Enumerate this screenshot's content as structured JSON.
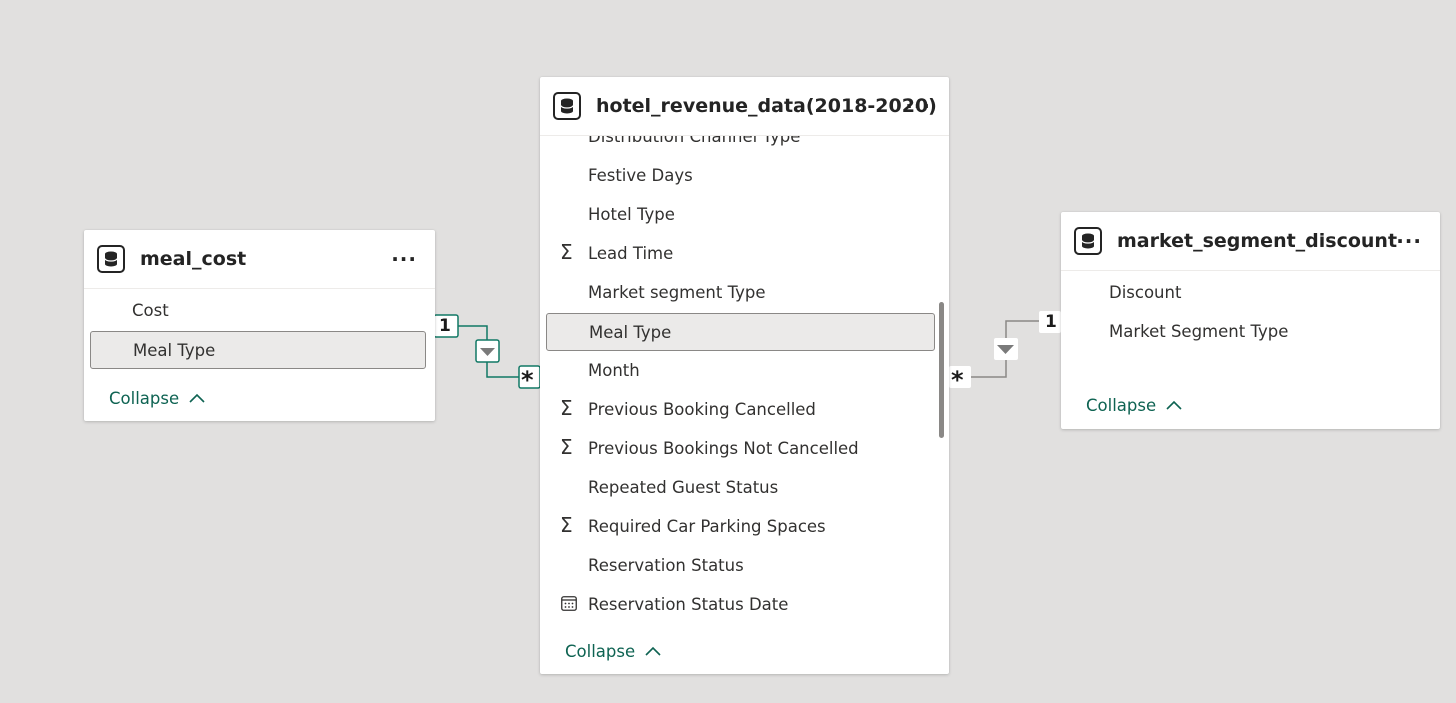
{
  "tables": {
    "meal_cost": {
      "title": "meal_cost",
      "fields": [
        "Cost",
        "Meal Type"
      ],
      "selected_field": "Meal Type",
      "collapse_label": "Collapse"
    },
    "hotel": {
      "title": "hotel_revenue_data(2018-2020)",
      "fields": [
        {
          "label": "Distribution Channel Type",
          "icon": "none"
        },
        {
          "label": "Festive Days",
          "icon": "none"
        },
        {
          "label": "Hotel Type",
          "icon": "none"
        },
        {
          "label": "Lead Time",
          "icon": "sigma-icon"
        },
        {
          "label": "Market segment Type",
          "icon": "none"
        },
        {
          "label": "Meal Type",
          "icon": "none"
        },
        {
          "label": "Month",
          "icon": "none"
        },
        {
          "label": "Previous Booking Cancelled",
          "icon": "sigma-icon"
        },
        {
          "label": "Previous Bookings Not Cancelled",
          "icon": "sigma-icon"
        },
        {
          "label": "Repeated Guest Status",
          "icon": "none"
        },
        {
          "label": "Required Car Parking Spaces",
          "icon": "sigma-icon"
        },
        {
          "label": "Reservation Status",
          "icon": "none"
        },
        {
          "label": "Reservation Status Date",
          "icon": "calendar-icon"
        }
      ],
      "selected_field": "Meal Type",
      "collapse_label": "Collapse"
    },
    "market_segment_discount": {
      "title": "market_segment_discount",
      "fields": [
        "Discount",
        "Market Segment Type"
      ],
      "collapse_label": "Collapse"
    }
  },
  "relationships": {
    "left": {
      "one_label": "1",
      "many_label": "*"
    },
    "right": {
      "one_label": "1",
      "many_label": "*"
    }
  },
  "colors": {
    "canvas": "#e1e0df",
    "active_relationship": "#117865",
    "inactive_relationship": "#8a8886",
    "collapse_link": "#0e6352"
  },
  "icons": {
    "table": "database-icon",
    "more": "more-options-icon",
    "measure": "sigma-icon",
    "date": "calendar-icon",
    "filter_direction": "triangle-down-icon",
    "collapse": "chevron-up-icon"
  }
}
